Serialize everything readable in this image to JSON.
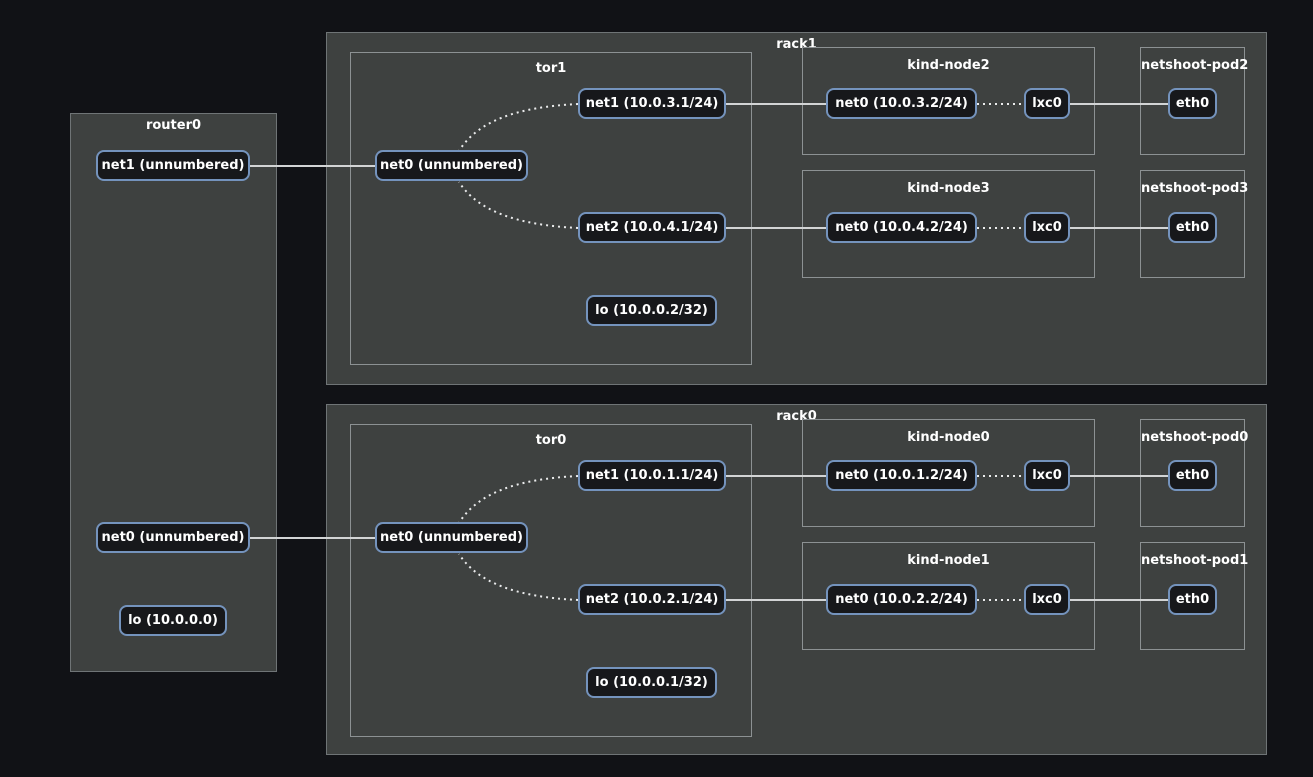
{
  "colors": {
    "page_background": "#111216",
    "group_fill": "#3e4140",
    "group_border_outer": "#6f7476",
    "group_border_inner": "#8c9193",
    "chip_fill": "#17181b",
    "chip_border": "#7493bd",
    "text": "#ffffff",
    "solid_link": "#d2d4d5",
    "dotted_link": "#ebeced"
  },
  "d": {
    "router0": {
      "title": "router0",
      "net1": "net1 (unnumbered)",
      "net0": "net0 (unnumbered)",
      "lo": "lo (10.0.0.0)"
    },
    "rack1": {
      "title": "rack1"
    },
    "tor1": {
      "title": "tor1",
      "net0": "net0 (unnumbered)",
      "net1": "net1 (10.0.3.1/24)",
      "net2": "net2 (10.0.4.1/24)",
      "lo": "lo (10.0.0.2/32)"
    },
    "kind_node2": {
      "title": "kind-node2",
      "net0": "net0 (10.0.3.2/24)",
      "lxc0": "lxc0"
    },
    "netshoot_pod2": {
      "title": "netshoot-pod2",
      "eth0": "eth0"
    },
    "kind_node3": {
      "title": "kind-node3",
      "net0": "net0 (10.0.4.2/24)",
      "lxc0": "lxc0"
    },
    "netshoot_pod3": {
      "title": "netshoot-pod3",
      "eth0": "eth0"
    },
    "rack0": {
      "title": "rack0"
    },
    "tor0": {
      "title": "tor0",
      "net0": "net0 (unnumbered)",
      "net1": "net1 (10.0.1.1/24)",
      "net2": "net2 (10.0.2.1/24)",
      "lo": "lo (10.0.0.1/32)"
    },
    "kind_node0": {
      "title": "kind-node0",
      "net0": "net0 (10.0.1.2/24)",
      "lxc0": "lxc0"
    },
    "netshoot_pod0": {
      "title": "netshoot-pod0",
      "eth0": "eth0"
    },
    "kind_node1": {
      "title": "kind-node1",
      "net0": "net0 (10.0.2.2/24)",
      "lxc0": "lxc0"
    },
    "netshoot_pod1": {
      "title": "netshoot-pod1",
      "eth0": "eth0"
    }
  },
  "links": [
    {
      "from": "router0:net1",
      "to": "tor1:net0",
      "style": "solid"
    },
    {
      "from": "tor1:net0",
      "to": "tor1:net1",
      "style": "dotted"
    },
    {
      "from": "tor1:net0",
      "to": "tor1:net2",
      "style": "dotted"
    },
    {
      "from": "tor1:net1",
      "to": "kind-node2:net0",
      "style": "solid"
    },
    {
      "from": "kind-node2:net0",
      "to": "kind-node2:lxc0",
      "style": "dotted"
    },
    {
      "from": "kind-node2:lxc0",
      "to": "netshoot-pod2:eth0",
      "style": "solid"
    },
    {
      "from": "tor1:net2",
      "to": "kind-node3:net0",
      "style": "solid"
    },
    {
      "from": "kind-node3:net0",
      "to": "kind-node3:lxc0",
      "style": "dotted"
    },
    {
      "from": "kind-node3:lxc0",
      "to": "netshoot-pod3:eth0",
      "style": "solid"
    },
    {
      "from": "router0:net0",
      "to": "tor0:net0",
      "style": "solid"
    },
    {
      "from": "tor0:net0",
      "to": "tor0:net1",
      "style": "dotted"
    },
    {
      "from": "tor0:net0",
      "to": "tor0:net2",
      "style": "dotted"
    },
    {
      "from": "tor0:net1",
      "to": "kind-node0:net0",
      "style": "solid"
    },
    {
      "from": "kind-node0:net0",
      "to": "kind-node0:lxc0",
      "style": "dotted"
    },
    {
      "from": "kind-node0:lxc0",
      "to": "netshoot-pod0:eth0",
      "style": "solid"
    },
    {
      "from": "tor0:net2",
      "to": "kind-node1:net0",
      "style": "solid"
    },
    {
      "from": "kind-node1:net0",
      "to": "kind-node1:lxc0",
      "style": "dotted"
    },
    {
      "from": "kind-node1:lxc0",
      "to": "netshoot-pod1:eth0",
      "style": "solid"
    }
  ]
}
